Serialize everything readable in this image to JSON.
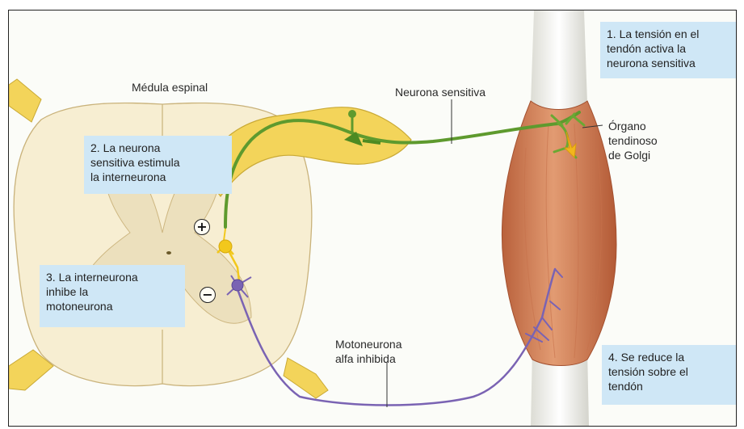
{
  "labels": {
    "spinal_cord": "Médula espinal",
    "sensory_neuron": "Neurona sensitiva",
    "golgi_organ": "Órgano\ntendinoso\nde Golgi",
    "motor_neuron": "Motoneurona\nalfa inhibida"
  },
  "steps": [
    {
      "text": "1. La tensión en el\ntendón activa la\nneurona sensitiva"
    },
    {
      "text": "2. La neurona\nsensitiva estimula\nla interneurona"
    },
    {
      "text": "3. La interneurona\ninhibe la\nmotoneurona"
    },
    {
      "text": "4. Se reduce la\ntensión sobre el\ntendón"
    }
  ],
  "signs": {
    "excitatory": "+",
    "inhibitory": "−"
  },
  "colors": {
    "sensory_neuron": "#5e9a2e",
    "interneuron": "#f2c81c",
    "motor_neuron": "#7a63b3",
    "muscle": "#d98a62",
    "step_box": "#cfe7f6",
    "spinal_cord": "#f7eed2"
  }
}
